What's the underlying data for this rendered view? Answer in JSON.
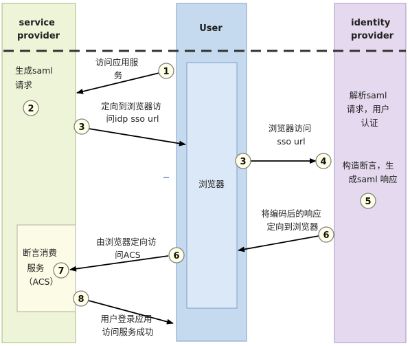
{
  "lanes": {
    "sp_title": [
      "service",
      "provider"
    ],
    "user_title": "User",
    "idp_title": [
      "identity",
      "provider"
    ]
  },
  "boxes": {
    "browser_label": "浏览器",
    "acs_label": [
      "断言消费",
      "服务",
      "（ACS）"
    ]
  },
  "notes": {
    "sp_generate": [
      "生成saml",
      "请求"
    ],
    "idp_parse": [
      "解析saml",
      "请求，用户",
      "认证"
    ],
    "idp_assert": [
      "构造断言，生",
      "成saml 响应"
    ]
  },
  "steps": [
    {
      "num": "1",
      "label": [
        "访问应用服",
        "务"
      ]
    },
    {
      "num": "2",
      "label": []
    },
    {
      "num": "3",
      "label": [
        "定向到浏览器访",
        "问idp sso url"
      ]
    },
    {
      "num": "3",
      "label": [
        "浏览器访问",
        "sso url"
      ]
    },
    {
      "num": "4",
      "label": []
    },
    {
      "num": "5",
      "label": []
    },
    {
      "num": "6",
      "label": [
        "将编码后的响应",
        "定向到浏览器"
      ]
    },
    {
      "num": "6",
      "label": [
        "由浏览器定向访",
        "问ACS"
      ]
    },
    {
      "num": "7",
      "label": []
    },
    {
      "num": "8",
      "label": [
        "用户登录应用",
        "访问服务成功"
      ]
    }
  ],
  "colors": {
    "sp_lane": "#eef4d8",
    "user_lane": "#c5d9ef",
    "idp_lane": "#e4d9ee",
    "browser_box": "#dbe8f7",
    "acs_box": "#fbfbe6",
    "step_circle": "#ffffe6"
  }
}
